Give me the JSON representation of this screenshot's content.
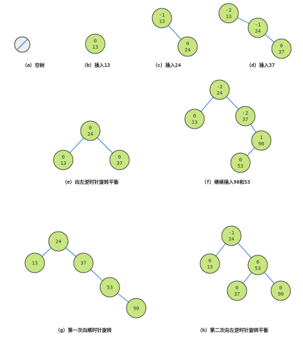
{
  "colors": {
    "node_fill": "#c7e67f",
    "edge": "#4a90d9",
    "outline": "#4d4d4d"
  },
  "panels": [
    {
      "id": "a",
      "caption": "（a）空树",
      "empty": true,
      "nodes": [],
      "edges": []
    },
    {
      "id": "b",
      "caption": "（b）插入13",
      "nodes": [
        {
          "bf": "0",
          "key": "13"
        }
      ],
      "edges": []
    },
    {
      "id": "c",
      "caption": "（c）插入24",
      "nodes": [
        {
          "bf": "-1",
          "key": "13"
        },
        {
          "bf": "0",
          "key": "24"
        }
      ],
      "edges": [
        [
          0,
          1
        ]
      ]
    },
    {
      "id": "d",
      "caption": "（d）插入37",
      "nodes": [
        {
          "bf": "-2",
          "key": "13"
        },
        {
          "bf": "-1",
          "key": "24"
        },
        {
          "bf": "0",
          "key": "37"
        }
      ],
      "edges": [
        [
          0,
          1
        ],
        [
          1,
          2
        ]
      ]
    },
    {
      "id": "e",
      "caption": "（e）向左逆时针旋转平衡",
      "nodes": [
        {
          "bf": "0",
          "key": "24"
        },
        {
          "bf": "0",
          "key": "13"
        },
        {
          "bf": "0",
          "key": "37"
        }
      ],
      "edges": [
        [
          0,
          1
        ],
        [
          0,
          2
        ]
      ]
    },
    {
      "id": "f",
      "caption": "（f）继续插入90和53",
      "nodes": [
        {
          "bf": "-2",
          "key": "24"
        },
        {
          "bf": "0",
          "key": "13"
        },
        {
          "bf": "-2",
          "key": "37"
        },
        {
          "bf": "1",
          "key": "90"
        },
        {
          "bf": "0",
          "key": "53"
        }
      ],
      "edges": [
        [
          0,
          1
        ],
        [
          0,
          2
        ],
        [
          2,
          3
        ],
        [
          3,
          4
        ]
      ]
    },
    {
      "id": "g",
      "caption": "（g）第一次向顺时针旋转",
      "nodes": [
        {
          "bf": "",
          "key": "24"
        },
        {
          "bf": "",
          "key": "13"
        },
        {
          "bf": "",
          "key": "37"
        },
        {
          "bf": "",
          "key": "53"
        },
        {
          "bf": "",
          "key": "90"
        }
      ],
      "edges": [
        [
          0,
          1
        ],
        [
          0,
          2
        ],
        [
          2,
          3
        ],
        [
          3,
          4
        ]
      ]
    },
    {
      "id": "h",
      "caption": "（h）第二次向左逆时针旋转平衡",
      "nodes": [
        {
          "bf": "-1",
          "key": "24"
        },
        {
          "bf": "0",
          "key": "13"
        },
        {
          "bf": "0",
          "key": "53"
        },
        {
          "bf": "0",
          "key": "37"
        },
        {
          "bf": "0",
          "key": "90"
        }
      ],
      "edges": [
        [
          0,
          1
        ],
        [
          0,
          2
        ],
        [
          2,
          3
        ],
        [
          2,
          4
        ]
      ]
    }
  ]
}
